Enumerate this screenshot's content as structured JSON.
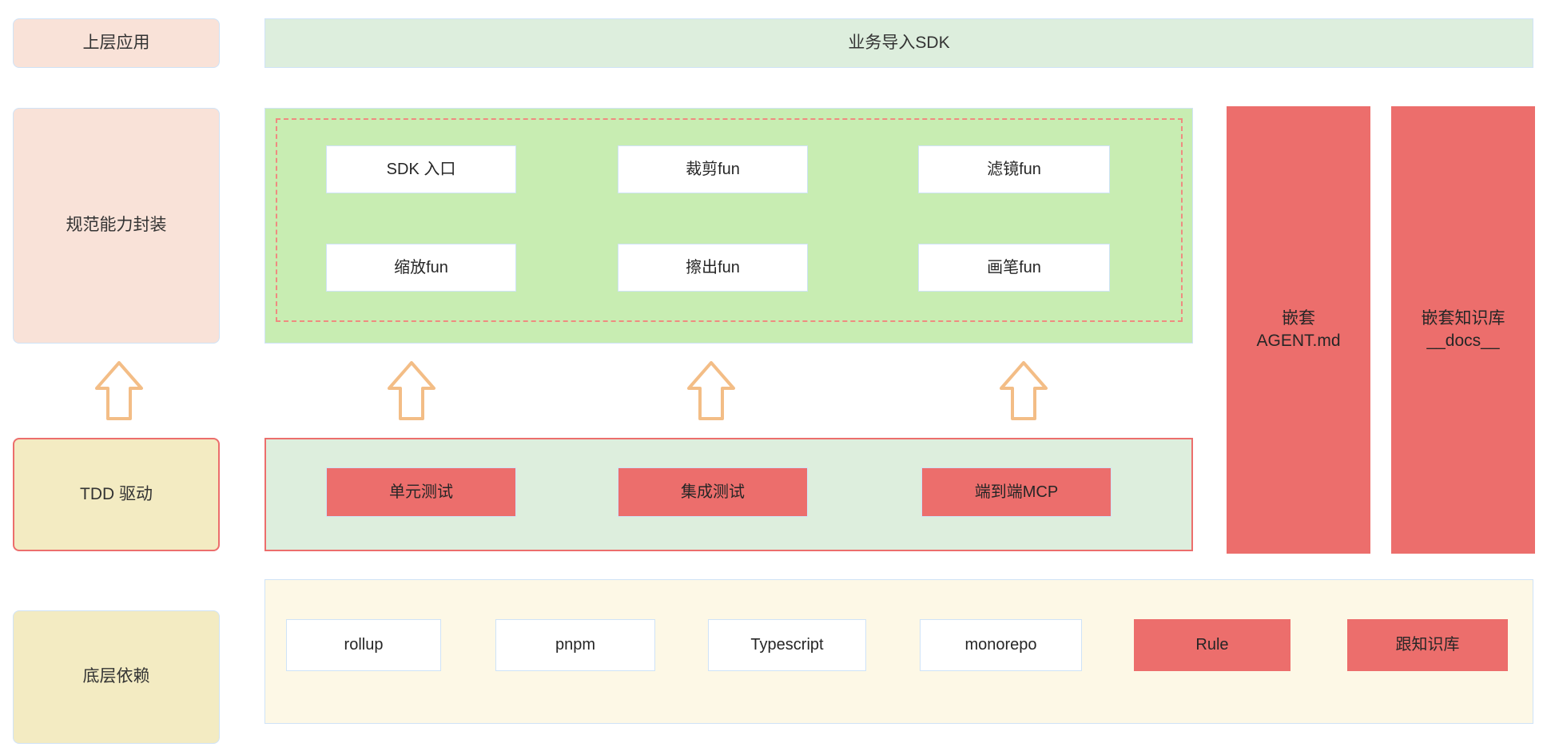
{
  "diagram": {
    "title_layers": [
      {
        "id": "upper-app",
        "label": "上层应用"
      },
      {
        "id": "capability",
        "label": "规范能力封装"
      },
      {
        "id": "tdd",
        "label": "TDD 驱动"
      },
      {
        "id": "base-dep",
        "label": "底层依赖"
      }
    ],
    "top_banner": {
      "label": "业务导入SDK"
    },
    "capability_panel": {
      "functions": [
        {
          "id": "sdk-entry",
          "label": "SDK 入口"
        },
        {
          "id": "crop-fun",
          "label": "裁剪fun"
        },
        {
          "id": "filter-fun",
          "label": "滤镜fun"
        },
        {
          "id": "scale-fun",
          "label": "缩放fun"
        },
        {
          "id": "erase-fun",
          "label": "擦出fun"
        },
        {
          "id": "brush-fun",
          "label": "画笔fun"
        }
      ]
    },
    "side_panels": [
      {
        "id": "nested-agent",
        "label": "嵌套\nAGENT.md"
      },
      {
        "id": "nested-docs",
        "label": "嵌套知识库\n__docs__"
      }
    ],
    "tdd_panel": {
      "tests": [
        {
          "id": "unit-test",
          "label": "单元测试"
        },
        {
          "id": "integration-test",
          "label": "集成测试"
        },
        {
          "id": "e2e-mcp",
          "label": "端到端MCP"
        }
      ]
    },
    "dependency_panel": {
      "items": [
        {
          "id": "rollup",
          "label": "rollup",
          "style": "white"
        },
        {
          "id": "pnpm",
          "label": "pnpm",
          "style": "white"
        },
        {
          "id": "typescript",
          "label": "Typescript",
          "style": "white"
        },
        {
          "id": "monorepo",
          "label": "monorepo",
          "style": "white"
        },
        {
          "id": "rule",
          "label": "Rule",
          "style": "red"
        },
        {
          "id": "kb",
          "label": "跟知识库",
          "style": "red"
        }
      ]
    },
    "arrows": [
      {
        "id": "arrow-left",
        "direction": "up"
      },
      {
        "id": "arrow-one",
        "direction": "up"
      },
      {
        "id": "arrow-two",
        "direction": "up"
      },
      {
        "id": "arrow-three",
        "direction": "up"
      }
    ],
    "colors": {
      "peach": "#f9e2d8",
      "cream": "#f3ebc2",
      "light_green": "#ddeedd",
      "green": "#c8edb2",
      "red": "#ec6e6c",
      "dashed_border": "#ef8b80",
      "blue_border": "#cfe3f7",
      "ivory": "#fdf8e6",
      "arrow_orange": "#f3bd86"
    }
  }
}
